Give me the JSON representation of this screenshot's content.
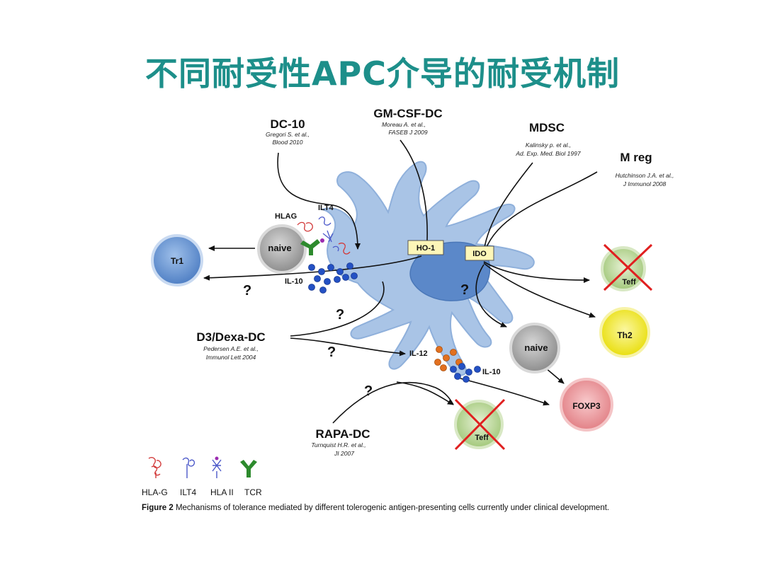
{
  "title": "不同耐受性APC介导的耐受机制",
  "sources": {
    "dc10": {
      "name": "DC-10",
      "ref1": "Gregori S. et al.,",
      "ref2": "Blood 2010"
    },
    "gmcsf": {
      "name": "GM-CSF-DC",
      "ref1": "Moreau A. et al.,",
      "ref2": "FASEB J 2009"
    },
    "mdsc": {
      "name": "MDSC",
      "ref1": "Kalinsky p. et al.,",
      "ref2": "Ad. Exp. Med. Biol 1997"
    },
    "mreg": {
      "name": "M reg",
      "ref1": "Hutchinson J.A. et al.,",
      "ref2": "J Immunol 2008"
    },
    "d3dexa": {
      "name": "D3/Dexa-DC",
      "ref1": "Pedersen A.E. et al.,",
      "ref2": "Immunol Lett 2004"
    },
    "rapa": {
      "name": "RAPA-DC",
      "ref1": "Turnquist H.R. et al.,",
      "ref2": "JI 2007"
    }
  },
  "molecules": {
    "hlag": "HLAG",
    "ilt4": "ILT4",
    "ho1": "HO-1",
    "ido": "IDO",
    "il10_left": "IL-10",
    "il12": "IL-12",
    "il10_right": "IL-10"
  },
  "cells": {
    "tr1": "Tr1",
    "naive_left": "naive",
    "teff_right": "Teff",
    "th2": "Th2",
    "naive_right": "naive",
    "foxp3": "FOXP3",
    "teff_bottom": "Teff"
  },
  "unknown_mark": "?",
  "legend": [
    "HLA-G",
    "ILT4",
    "HLA II",
    "TCR"
  ],
  "caption": {
    "label": "Figure 2",
    "text": "Mechanisms of tolerance mediated by different tolerogenic antigen-presenting cells currently under clinical development."
  },
  "colors": {
    "title": "#1d8f8a",
    "dc_body": "#a9c4e6",
    "dc_nucleus": "#5b88c9",
    "tr1": "#6f9bd6",
    "naive": "#b3b3b3",
    "teff": "#b9d79a",
    "th2": "#f2ea1a",
    "foxp3": "#ea8e92",
    "cross": "#e02020",
    "il10_dot": "#2451c4",
    "il12_dot": "#e2701f"
  }
}
